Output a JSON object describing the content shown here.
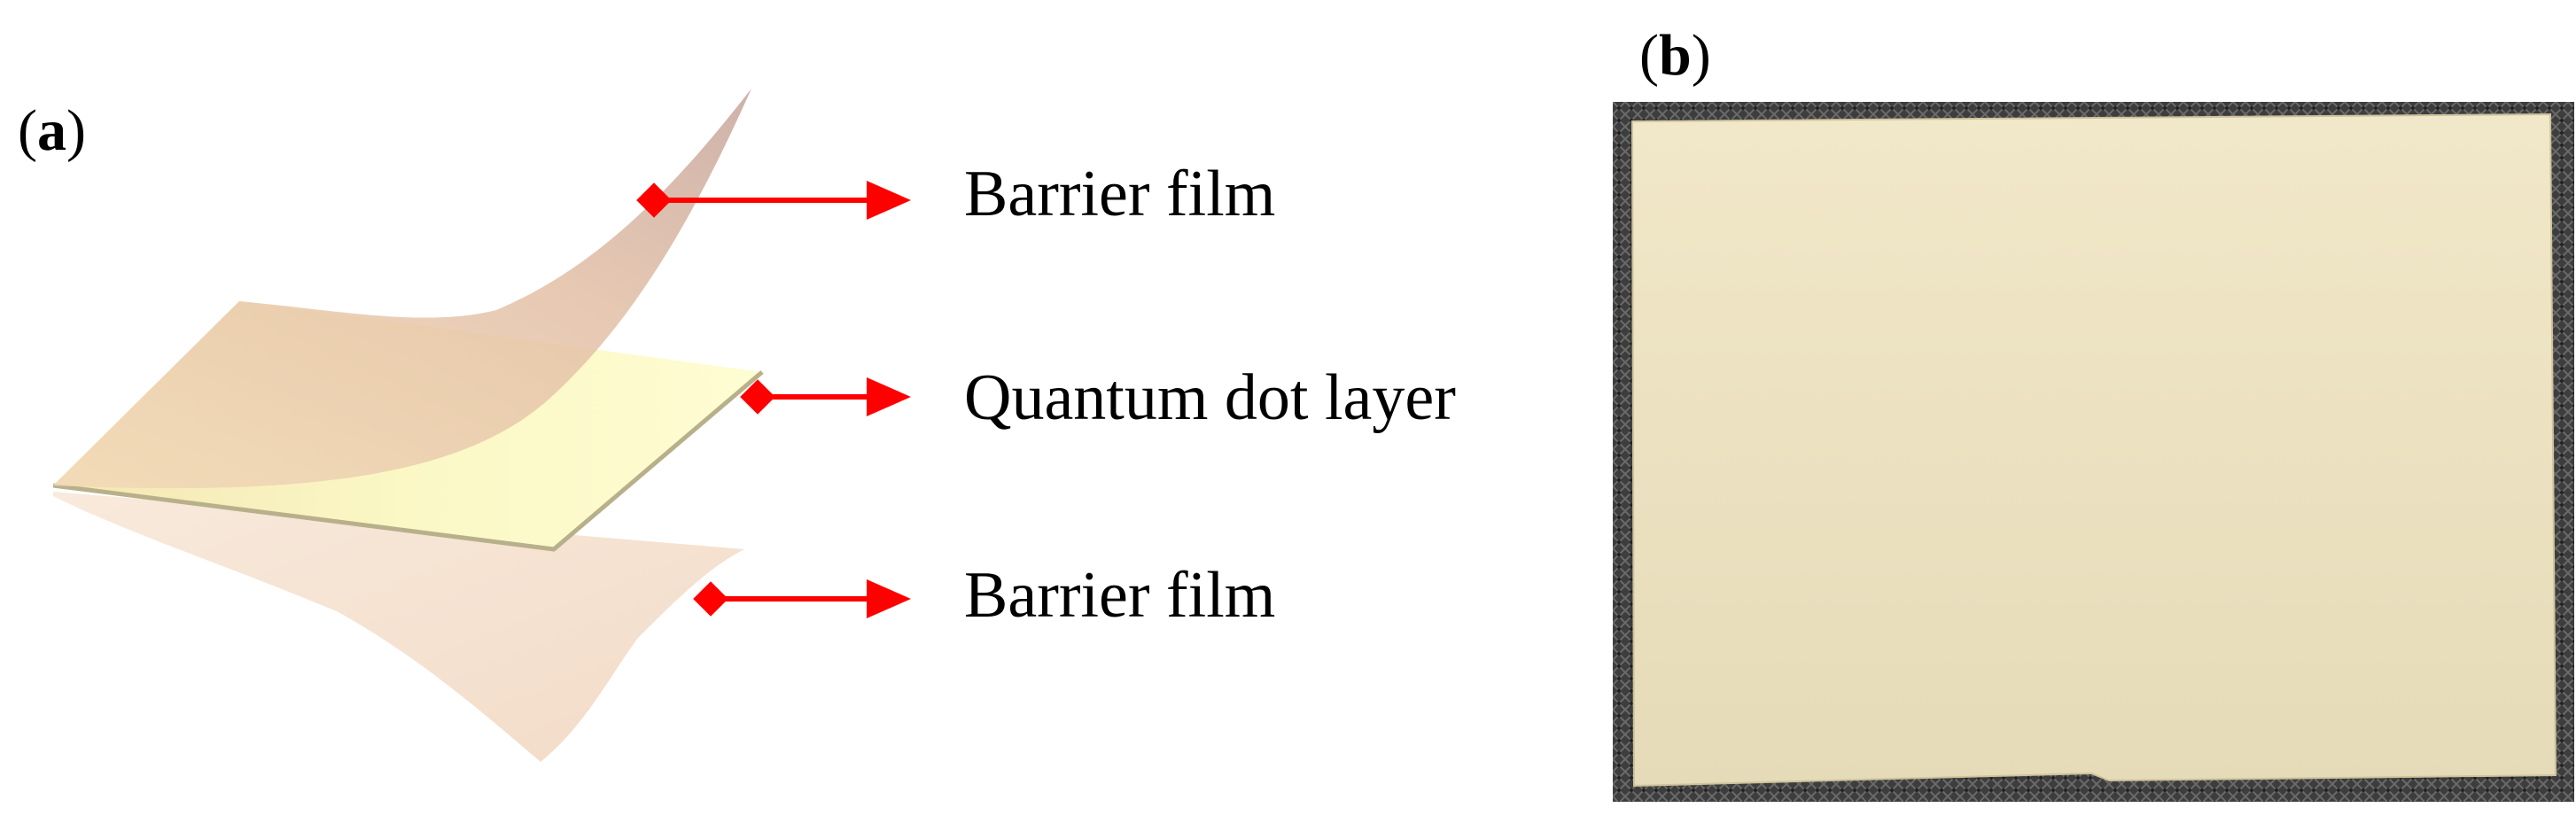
{
  "panel_a": {
    "label_open": "(",
    "label_letter": "a",
    "label_close": ")",
    "callouts": [
      {
        "text": "Barrier film"
      },
      {
        "text": "Quantum dot layer"
      },
      {
        "text": "Barrier film"
      }
    ]
  },
  "panel_b": {
    "label_open": "(",
    "label_letter": "b",
    "label_close": ")"
  },
  "colors": {
    "arrow": "#ff0000",
    "qd_layer": "#fbf8c8",
    "barrier_top": "#e9c9a6",
    "barrier_bottom": "#f4dcc8",
    "film_photo": "#ede3c2",
    "backing_mesh": "#3a3a3a"
  }
}
